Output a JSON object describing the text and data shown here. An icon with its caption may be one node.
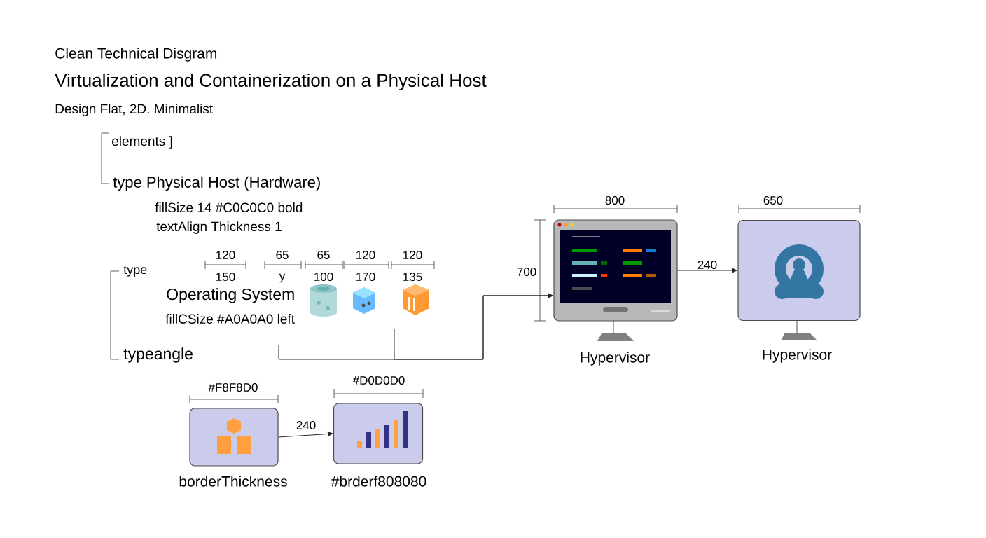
{
  "diagram": {
    "title": "Virtualization and Containerization on a Physical Host",
    "nodes": [
      {
        "text": [],
        "shape": "picture",
        "beside": [
          "Hypervisor"
        ]
      },
      {
        "text": [],
        "shape": "picture",
        "beside": [
          "Hypervisor"
        ]
      },
      {
        "text": [],
        "shape": "picture",
        "beside": [
          "borderThickness"
        ]
      },
      {
        "text": [],
        "shape": "picture",
        "beside": [
          "#brderf808080"
        ]
      }
    ],
    "edges": [
      {
        "from": null,
        "to": 0,
        "arrow": "to"
      },
      {
        "from": null,
        "to": 0,
        "arrow": "to"
      },
      {
        "from": 0,
        "to": 1,
        "arrow": "to",
        "label": "240"
      },
      {
        "from": 2,
        "to": 3,
        "arrow": "to",
        "label": "240"
      }
    ],
    "labels": [
      "Clean Technical Disgram",
      "Design Flat, 2D. Minimalist",
      "elements ]",
      "type Physical Host (Hardware)",
      "fillSize 14 #C0C0C0 bold",
      "textAlign Thickness 1",
      "type",
      "120",
      "65",
      "65",
      "120",
      "120",
      "150",
      "y",
      "100",
      "170",
      "135",
      "Operating System",
      "fillCSize #A0A0A0 left",
      "typeangle",
      "800",
      "700",
      "650",
      "#F8F8D0",
      "#D0D0D0"
    ]
  }
}
